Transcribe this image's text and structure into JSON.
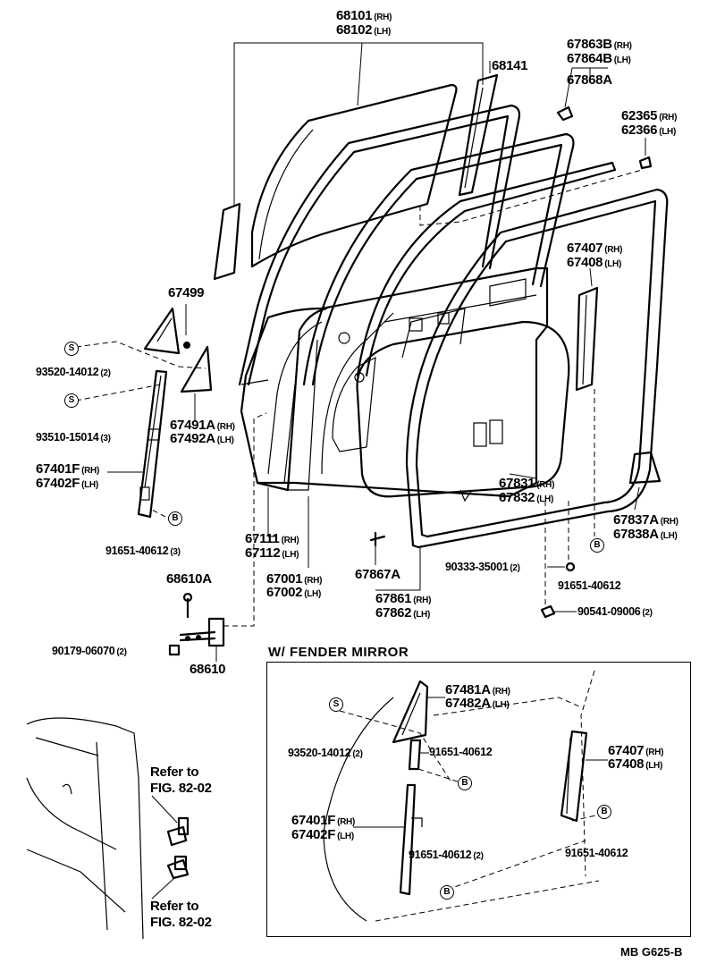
{
  "inset_title": "W/ FENDER MIRROR",
  "drawing_code": "MB  G625-B",
  "badges": {
    "s": "S",
    "b": "B"
  },
  "labels": {
    "p68101": {
      "num": "68101",
      "side": "(RH)"
    },
    "p68102": {
      "num": "68102",
      "side": "(LH)"
    },
    "p68141": {
      "num": "68141",
      "side": ""
    },
    "p67863B": {
      "num": "67863B",
      "side": "(RH)"
    },
    "p67864B": {
      "num": "67864B",
      "side": "(LH)"
    },
    "p67868A": {
      "num": "67868A",
      "side": ""
    },
    "p62365": {
      "num": "62365",
      "side": "(RH)"
    },
    "p62366": {
      "num": "62366",
      "side": "(LH)"
    },
    "p67407": {
      "num": "67407",
      "side": "(RH)"
    },
    "p67408": {
      "num": "67408",
      "side": "(LH)"
    },
    "p67499": {
      "num": "67499",
      "side": ""
    },
    "p93520a": {
      "num": "93520-14012",
      "side": "(2)"
    },
    "p93510": {
      "num": "93510-15014",
      "side": "(3)"
    },
    "p67491A": {
      "num": "67491A",
      "side": "(RH)"
    },
    "p67492A": {
      "num": "67492A",
      "side": "(LH)"
    },
    "p67401F": {
      "num": "67401F",
      "side": "(RH)"
    },
    "p67402F": {
      "num": "67402F",
      "side": "(LH)"
    },
    "p91651a": {
      "num": "91651-40612",
      "side": "(3)"
    },
    "p67111": {
      "num": "67111",
      "side": "(RH)"
    },
    "p67112": {
      "num": "67112",
      "side": "(LH)"
    },
    "p67001": {
      "num": "67001",
      "side": "(RH)"
    },
    "p67002": {
      "num": "67002",
      "side": "(LH)"
    },
    "p67831": {
      "num": "67831",
      "side": "(RH)"
    },
    "p67832": {
      "num": "67832",
      "side": "(LH)"
    },
    "p67837A": {
      "num": "67837A",
      "side": "(RH)"
    },
    "p67838A": {
      "num": "67838A",
      "side": "(LH)"
    },
    "p67867A": {
      "num": "67867A",
      "side": ""
    },
    "p67861": {
      "num": "67861",
      "side": "(RH)"
    },
    "p67862": {
      "num": "67862",
      "side": "(LH)"
    },
    "p90333": {
      "num": "90333-35001",
      "side": "(2)"
    },
    "p91651b": {
      "num": "91651-40612",
      "side": ""
    },
    "p90541": {
      "num": "90541-09006",
      "side": "(2)"
    },
    "p68610A": {
      "num": "68610A",
      "side": ""
    },
    "p90179": {
      "num": "90179-06070",
      "side": "(2)"
    },
    "p68610": {
      "num": "68610",
      "side": ""
    },
    "ref1a": {
      "num": "Refer to",
      "side": ""
    },
    "ref1b": {
      "num": "FIG. 82-02",
      "side": ""
    },
    "ref2a": {
      "num": "Refer to",
      "side": ""
    },
    "ref2b": {
      "num": "FIG. 82-02",
      "side": ""
    },
    "i67481A": {
      "num": "67481A",
      "side": "(RH)"
    },
    "i67482A": {
      "num": "67482A",
      "side": "(LH)"
    },
    "i93520": {
      "num": "93520-14012",
      "side": "(2)"
    },
    "i91651a": {
      "num": "91651-40612",
      "side": ""
    },
    "i67407": {
      "num": "67407",
      "side": "(RH)"
    },
    "i67408": {
      "num": "67408",
      "side": "(LH)"
    },
    "i67401F": {
      "num": "67401F",
      "side": "(RH)"
    },
    "i67402F": {
      "num": "67402F",
      "side": "(LH)"
    },
    "i91651b": {
      "num": "91651-40612",
      "side": "(2)"
    },
    "i91651c": {
      "num": "91651-40612",
      "side": ""
    }
  }
}
